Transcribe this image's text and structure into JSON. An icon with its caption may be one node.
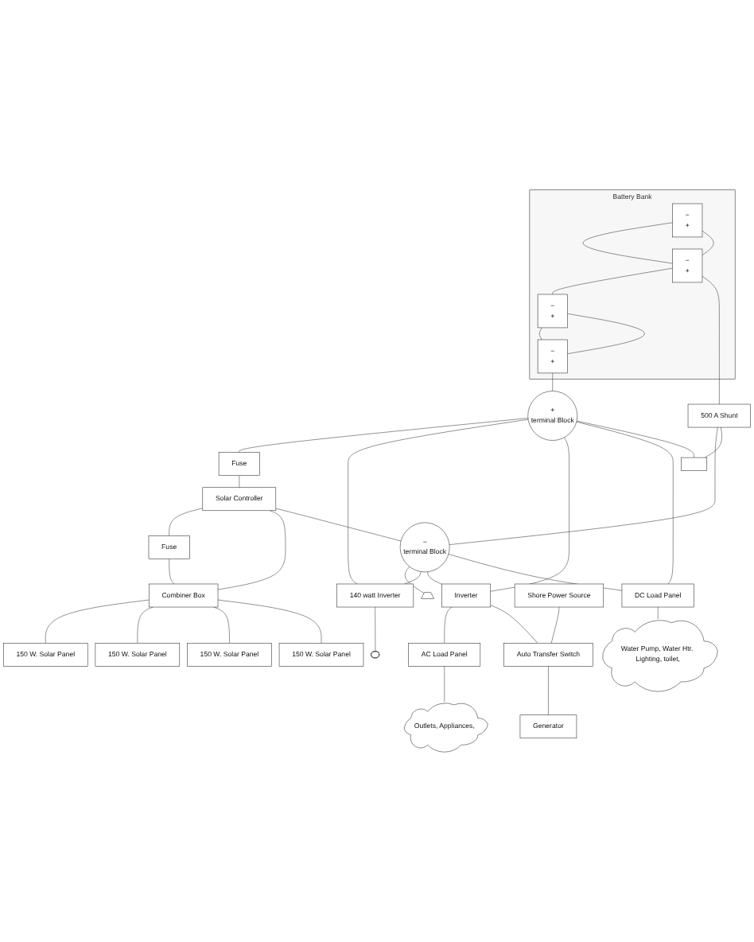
{
  "diagram": {
    "nodes": [
      {
        "text": [
          "Battery Bank"
        ]
      },
      {
        "text": [
          "−",
          "+"
        ],
        "in": 0
      },
      {
        "text": [
          "−",
          "+"
        ],
        "in": 0
      },
      {
        "text": [
          "−",
          "+"
        ],
        "in": 0
      },
      {
        "text": [
          "−",
          "+"
        ],
        "in": 0
      },
      {
        "text": [
          "Fuse"
        ]
      },
      {
        "text": [
          "Solar Controller"
        ]
      },
      {
        "text": [
          "Fuse"
        ]
      },
      {
        "text": [
          "150 W. Solar Panel"
        ]
      },
      {
        "text": [
          "150 W. Solar Panel"
        ]
      },
      {
        "text": [
          "+",
          "terminal Block"
        ]
      },
      {
        "text": [
          "500 A Shunt"
        ]
      },
      {
        "text": [
          "Combiner Box"
        ]
      },
      {
        "text": [
          "140 watt Inverter"
        ]
      },
      {
        "text": [
          "150 W. Solar Panel"
        ]
      },
      {
        "text": [
          "−",
          "terminal Block"
        ]
      },
      {
        "text": [],
        "shape": "ground"
      },
      {
        "text": [],
        "shape": "outlet"
      },
      {
        "text": [
          "150 W. Solar Panel"
        ]
      },
      {
        "text": [
          "Inverter"
        ]
      },
      {
        "text": [],
        "shape": "box"
      },
      {
        "text": [
          "Shore Power Source"
        ]
      },
      {
        "text": [
          "AC Load Panel"
        ]
      },
      {
        "text": [
          "Auto Transfer Switch"
        ]
      },
      {
        "text": [
          "DC Load Panel"
        ]
      },
      {
        "text": [
          "Generator"
        ]
      },
      {
        "text": [
          "Outlets, Appliances,"
        ]
      },
      {
        "text": [
          "Water Pump, Water Htr. Lighting, toilet,"
        ]
      }
    ],
    "edges": [
      {
        "from": 1,
        "to": 3,
        "arrow": "none"
      },
      {
        "from": 1,
        "to": 3,
        "arrow": "none"
      },
      {
        "from": 3,
        "to": 2,
        "arrow": "none"
      },
      {
        "from": 2,
        "to": 4,
        "arrow": "none"
      },
      {
        "from": 2,
        "to": 4,
        "arrow": "none"
      },
      {
        "from": 4,
        "to": 10,
        "arrow": "none"
      },
      {
        "from": 3,
        "to": 11,
        "arrow": "none"
      },
      {
        "from": 10,
        "to": 5,
        "arrow": "none"
      },
      {
        "from": 5,
        "to": 6,
        "arrow": "none"
      },
      {
        "from": 6,
        "to": 7,
        "arrow": "none"
      },
      {
        "from": 7,
        "to": 12,
        "arrow": "none"
      },
      {
        "from": 6,
        "to": 12,
        "arrow": "none"
      },
      {
        "from": 12,
        "to": 8,
        "arrow": "none"
      },
      {
        "from": 12,
        "to": 9,
        "arrow": "none"
      },
      {
        "from": 12,
        "to": 14,
        "arrow": "none"
      },
      {
        "from": 12,
        "to": 18,
        "arrow": "none"
      },
      {
        "from": 6,
        "to": 15,
        "arrow": "none"
      },
      {
        "from": 11,
        "to": 15,
        "arrow": "none"
      },
      {
        "from": 15,
        "to": 16,
        "arrow": "none"
      },
      {
        "from": 10,
        "to": 13,
        "arrow": "none"
      },
      {
        "from": 15,
        "to": 13,
        "arrow": "none"
      },
      {
        "from": 13,
        "to": 17,
        "arrow": "none"
      },
      {
        "from": 10,
        "to": 19,
        "arrow": "none"
      },
      {
        "from": 15,
        "to": 19,
        "arrow": "none"
      },
      {
        "from": 10,
        "to": 24,
        "arrow": "none"
      },
      {
        "from": 15,
        "to": 24,
        "arrow": "none"
      },
      {
        "from": 11,
        "to": 20,
        "arrow": "none"
      },
      {
        "from": 10,
        "to": 20,
        "arrow": "none"
      },
      {
        "from": 19,
        "to": 22,
        "arrow": "none"
      },
      {
        "from": 19,
        "to": 23,
        "arrow": "none"
      },
      {
        "from": 21,
        "to": 23,
        "arrow": "none"
      },
      {
        "from": 23,
        "to": 25,
        "arrow": "none"
      },
      {
        "from": 22,
        "to": 26,
        "arrow": "none"
      },
      {
        "from": 24,
        "to": 27,
        "arrow": "none"
      }
    ]
  }
}
